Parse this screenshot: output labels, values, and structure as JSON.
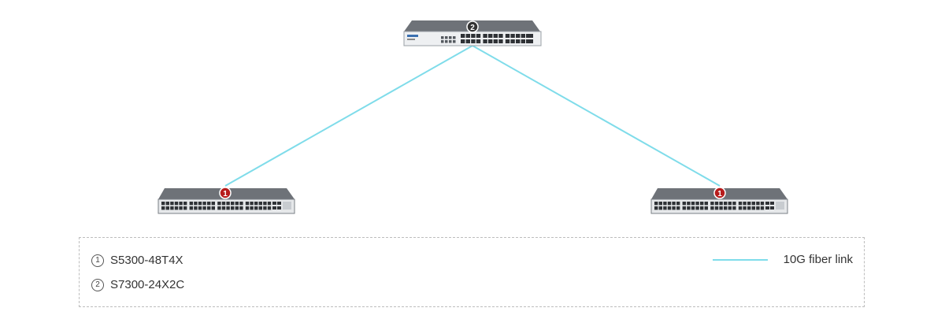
{
  "diagram": {
    "devices": [
      {
        "id": "core",
        "badge": "2",
        "badge_color": "#333333"
      },
      {
        "id": "access-left",
        "badge": "1",
        "badge_color": "#b71c1c"
      },
      {
        "id": "access-right",
        "badge": "1",
        "badge_color": "#b71c1c"
      }
    ],
    "links": [
      {
        "from": "core",
        "to": "access-left",
        "color": "#7fdcea"
      },
      {
        "from": "core",
        "to": "access-right",
        "color": "#7fdcea"
      }
    ]
  },
  "legend": {
    "items": [
      {
        "num": "1",
        "label": "S5300-48T4X"
      },
      {
        "num": "2",
        "label": "S7300-24X2C"
      }
    ],
    "link_label": "10G fiber link",
    "link_color": "#7fdcea"
  }
}
